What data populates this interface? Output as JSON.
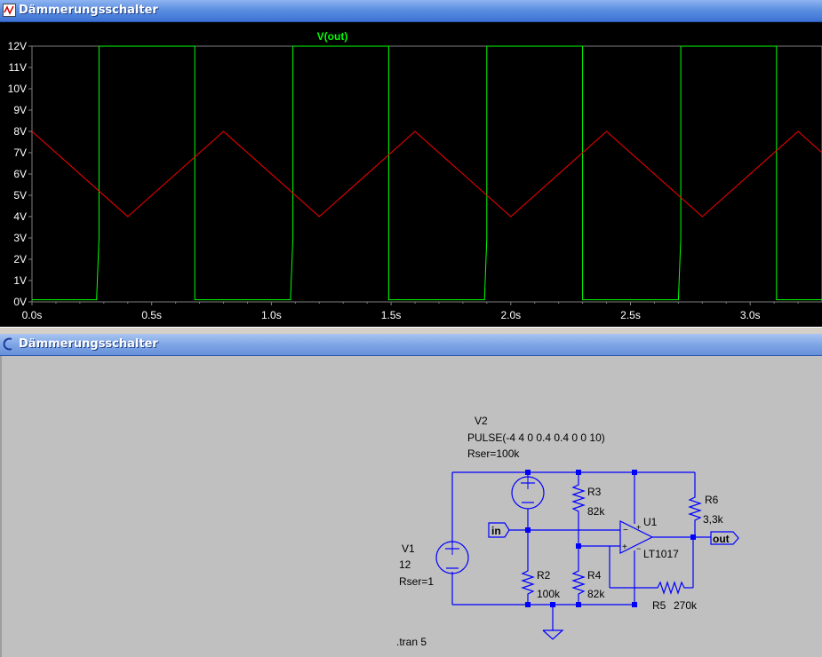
{
  "plot_window": {
    "title": "Dämmerungsschalter",
    "icon": "waveform-icon"
  },
  "schematic_window": {
    "title": "Dämmerungsschalter",
    "icon": "schematic-icon"
  },
  "chart_data": {
    "type": "line",
    "title": "V(out)",
    "xlabel": "",
    "ylabel": "",
    "xlim": [
      0.0,
      3.3
    ],
    "ylim": [
      0,
      12
    ],
    "x_ticks": [
      "0.0s",
      "0.5s",
      "1.0s",
      "1.5s",
      "2.0s",
      "2.5s",
      "3.0s"
    ],
    "y_ticks": [
      "0V",
      "1V",
      "2V",
      "3V",
      "4V",
      "5V",
      "6V",
      "7V",
      "8V",
      "9V",
      "10V",
      "11V",
      "12V"
    ],
    "colors": {
      "background": "#000000",
      "axis": "#808080",
      "tick_label": "#ffffff"
    },
    "series": [
      {
        "name": "V(out)",
        "color": "#00ff00",
        "x": [
          0,
          0.27,
          0.28,
          0.28,
          0.68,
          0.68,
          1.08,
          1.09,
          1.09,
          1.49,
          1.49,
          1.89,
          1.9,
          1.9,
          2.3,
          2.3,
          2.7,
          2.71,
          2.71,
          3.11,
          3.11,
          3.3
        ],
        "y": [
          0.1,
          0.1,
          3,
          12,
          12,
          0.1,
          0.1,
          3,
          12,
          12,
          0.1,
          0.1,
          3,
          12,
          12,
          0.1,
          0.1,
          3,
          12,
          12,
          0.1,
          0.1
        ]
      },
      {
        "color": "#ff0000",
        "x": [
          0,
          0.4,
          0.8,
          1.2,
          1.6,
          2.0,
          2.4,
          2.8,
          3.2,
          3.3
        ],
        "y": [
          8,
          4,
          8,
          4,
          8,
          4,
          8,
          4,
          8,
          7
        ]
      }
    ]
  },
  "schematic": {
    "v2": {
      "name": "V2",
      "value": "PULSE(-4 4 0 0.4 0.4 0 0 10)",
      "rser": "Rser=100k"
    },
    "v1": {
      "name": "V1",
      "value": "12",
      "rser": "Rser=1"
    },
    "r2": {
      "name": "R2",
      "value": "100k"
    },
    "r3": {
      "name": "R3",
      "value": "82k"
    },
    "r4": {
      "name": "R4",
      "value": "82k"
    },
    "r5": {
      "name": "R5",
      "value": "270k"
    },
    "r6": {
      "name": "R6",
      "value": "3,3k"
    },
    "u1": {
      "name": "U1",
      "part": "LT1017"
    },
    "port_in": "in",
    "port_out": "out",
    "directive": ".tran 5"
  }
}
